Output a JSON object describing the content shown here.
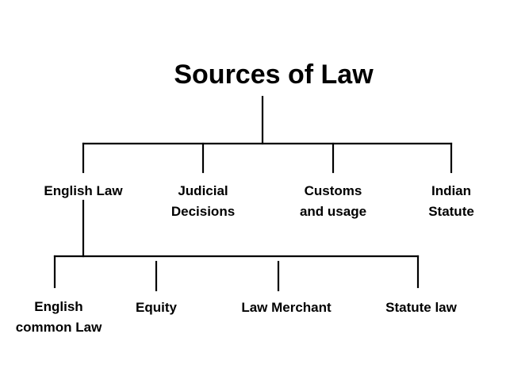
{
  "title": "Sources of Law",
  "level1": [
    {
      "label": "English Law"
    },
    {
      "label": "Judicial\nDecisions"
    },
    {
      "label": "Customs\nand usage"
    },
    {
      "label": "Indian\nStatute"
    }
  ],
  "level2": [
    {
      "label": "English\ncommon Law"
    },
    {
      "label": "Equity"
    },
    {
      "label": "Law Merchant"
    },
    {
      "label": "Statute law"
    }
  ],
  "colors": {
    "line": "#000000",
    "text": "#000000",
    "background": "#ffffff"
  }
}
